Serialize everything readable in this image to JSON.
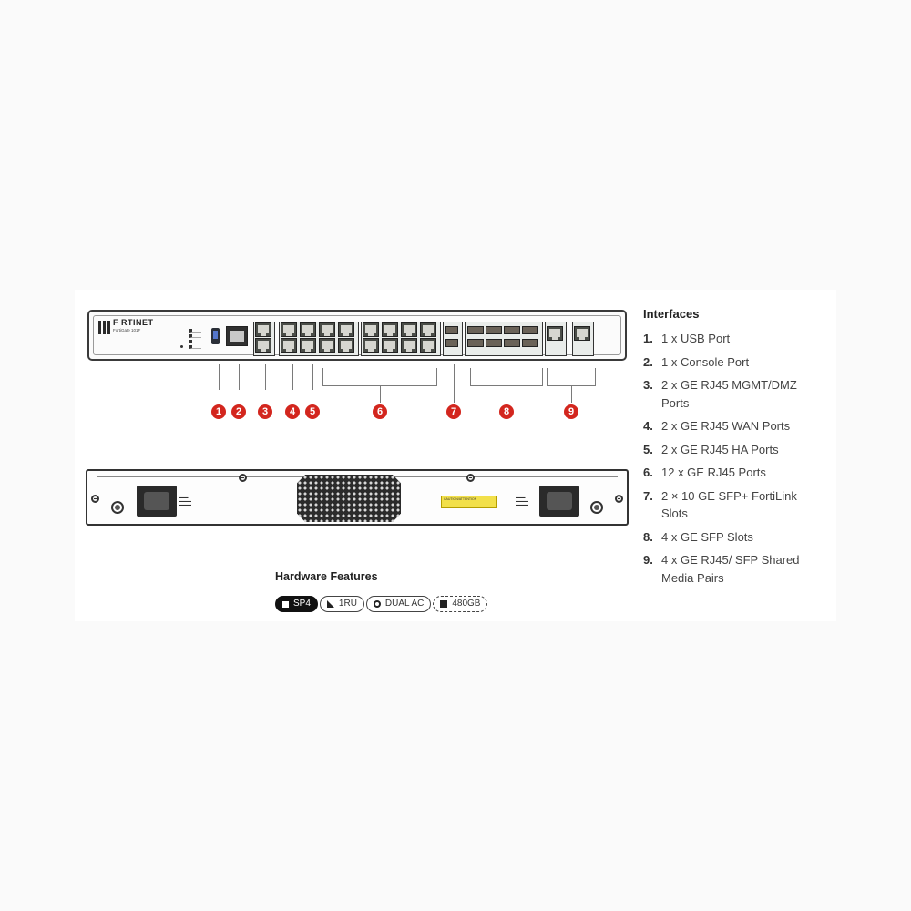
{
  "device": {
    "brand": "F RTINET",
    "model": "FortiGate 101F"
  },
  "back_panel": {
    "caution_label": "CAUTION/ATTENTION"
  },
  "callouts": [
    "1",
    "2",
    "3",
    "4",
    "5",
    "6",
    "7",
    "8",
    "9"
  ],
  "hardware_features": {
    "title": "Hardware Features",
    "pills": [
      {
        "label": "SP4",
        "icon": "square-icon"
      },
      {
        "label": "1RU",
        "icon": "triangle-icon"
      },
      {
        "label": "DUAL AC",
        "icon": "ring-icon"
      },
      {
        "label": "480GB",
        "icon": "storage-icon"
      }
    ]
  },
  "interfaces": {
    "title": "Interfaces",
    "items": [
      {
        "num": "1.",
        "text": "1 x USB Port"
      },
      {
        "num": "2.",
        "text": "1 x Console Port"
      },
      {
        "num": "3.",
        "text": "2 x GE RJ45 MGMT/DMZ Ports"
      },
      {
        "num": "4.",
        "text": "2 x GE RJ45 WAN Ports"
      },
      {
        "num": "5.",
        "text": "2 x GE RJ45 HA Ports"
      },
      {
        "num": "6.",
        "text": "12 x GE RJ45 Ports"
      },
      {
        "num": "7.",
        "text": "2 × 10 GE SFP+ FortiLink Slots"
      },
      {
        "num": "8.",
        "text": "4 x GE SFP Slots"
      },
      {
        "num": "9.",
        "text": "4 x GE RJ45/ SFP Shared Media Pairs"
      }
    ]
  }
}
